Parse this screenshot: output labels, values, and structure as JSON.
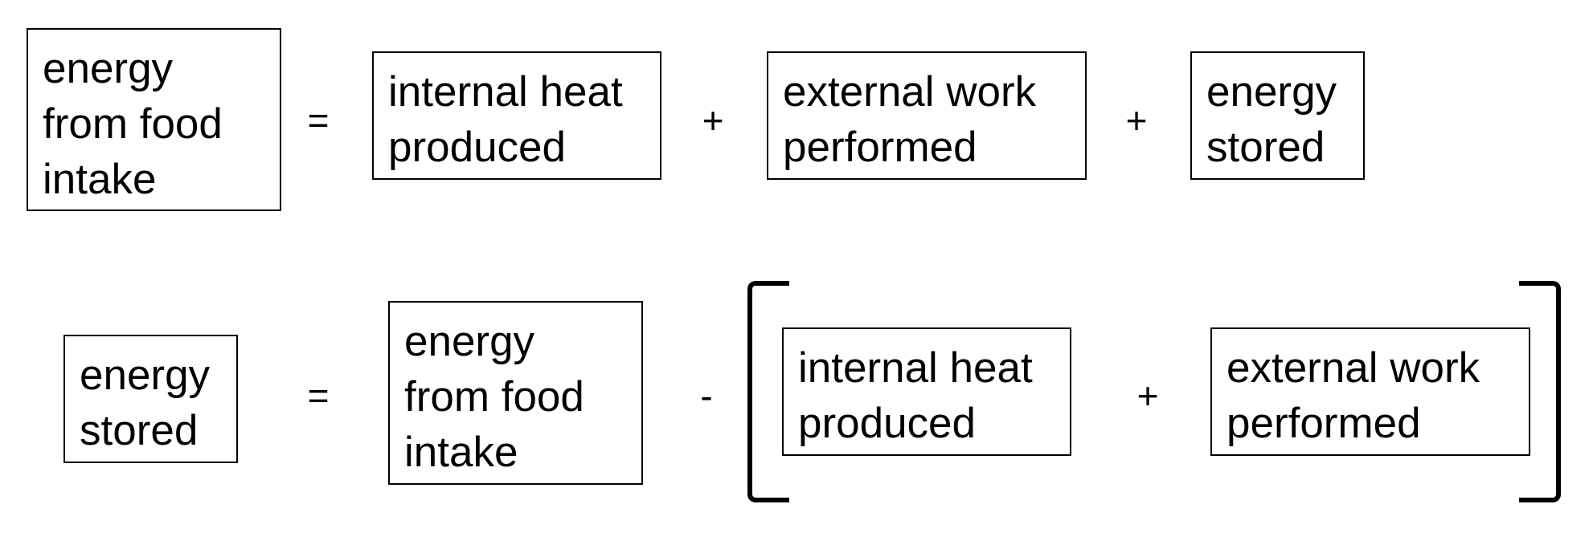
{
  "equation1": {
    "lhs": "energy\nfrom food\nintake",
    "eq": "=",
    "term1": "internal heat\nproduced",
    "plus1": "+",
    "term2": "external work\nperformed",
    "plus2": "+",
    "term3": "energy\nstored"
  },
  "equation2": {
    "lhs": "energy\nstored",
    "eq": "=",
    "term1": "energy\nfrom food\nintake",
    "minus": "-",
    "bracket_term1": "internal heat\nproduced",
    "plus": "+",
    "bracket_term2": "external work\nperformed"
  }
}
